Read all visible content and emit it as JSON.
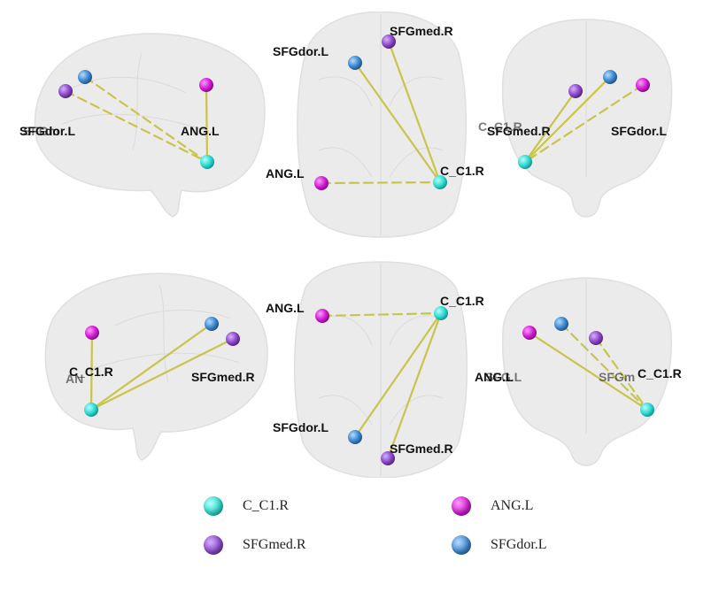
{
  "nodes": {
    "c_c1": {
      "name": "C_C1.R",
      "color": "#2bd9d0"
    },
    "ang": {
      "name": "ANG.L",
      "color": "#d21ad2"
    },
    "sfgmed": {
      "name": "SFGmed.R",
      "color": "#8b45c8"
    },
    "sfgdor": {
      "name": "SFGdor.L",
      "color": "#3a86cf"
    }
  },
  "panels": {
    "top_left": {
      "labels": [
        "SFGdor.L",
        "ANG.L"
      ]
    },
    "top_mid": {
      "labels": [
        "SFGdor.L",
        "SFGmed.R",
        "ANG.L",
        "C_C1.R"
      ]
    },
    "top_right": {
      "labels": [
        "C_C1.R",
        "SFGmed.R",
        "SFGdor.L"
      ]
    },
    "bottom_left": {
      "labels": [
        "C_C1.R",
        "SFGmed.R"
      ]
    },
    "bottom_mid": {
      "labels": [
        "ANG.L",
        "C_C1.R",
        "SFGdor.L",
        "SFGmed.R"
      ]
    },
    "bottom_right": {
      "labels": [
        "ANG.L",
        "C_C1.R"
      ]
    }
  },
  "legend": [
    {
      "label": "C_C1.R",
      "node": "c_c1"
    },
    {
      "label": "ANG.L",
      "node": "ang"
    },
    {
      "label": "SFGmed.R",
      "node": "sfgmed"
    },
    {
      "label": "SFGdor.L",
      "node": "sfgdor"
    }
  ],
  "colors": {
    "edge": "#c9c44a",
    "brain": "#e9e9e9"
  }
}
